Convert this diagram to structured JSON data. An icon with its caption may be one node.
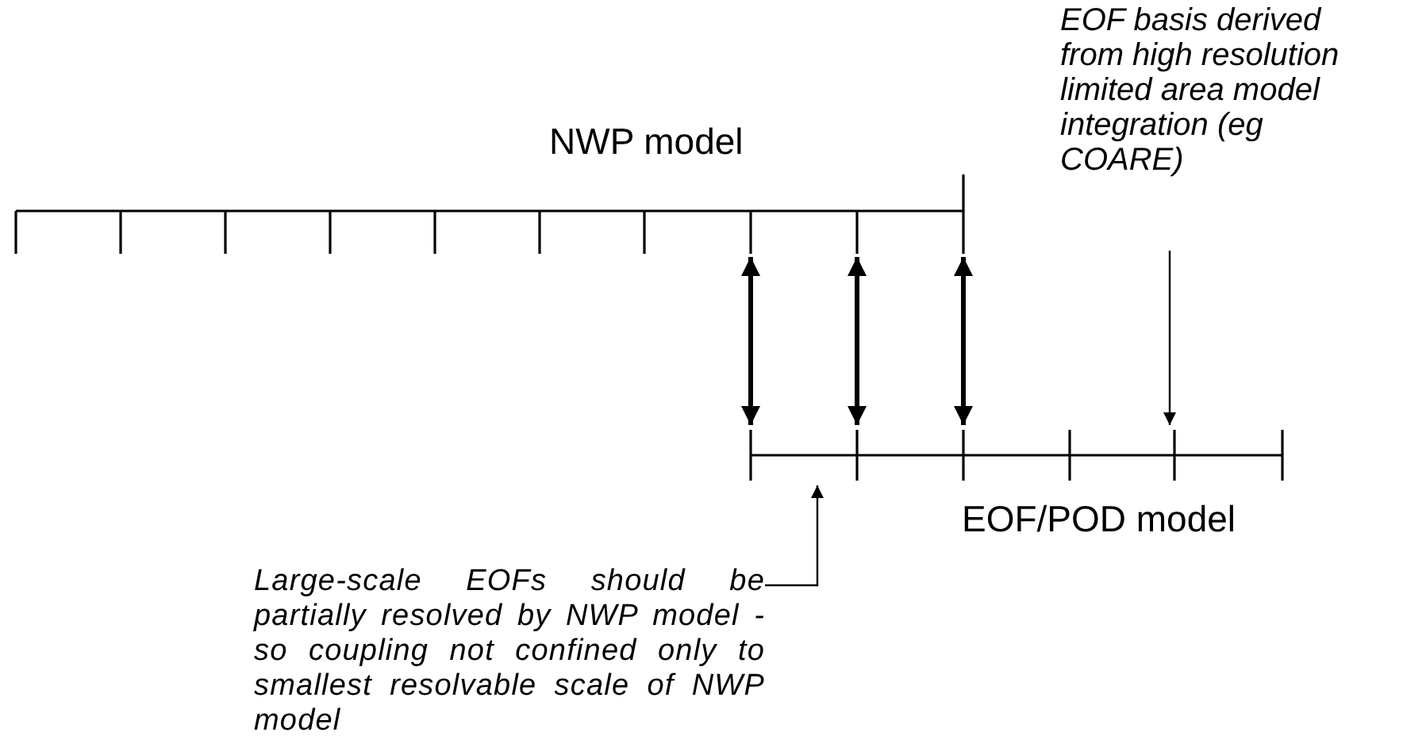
{
  "diagram": {
    "nodes": [
      {
        "text": [
          "NWP model"
        ]
      },
      {
        "text": [],
        "shape": "bar",
        "beside": [
          "EOF/POD model"
        ]
      },
      {
        "text": [
          "EOF basis derived from high resolution limited area model integration (eg COARE)"
        ]
      },
      {
        "text": [
          "Large-scale EOFs should be partially resolved by NWP model - so coupling not confined only to smallest resolvable scale of NWP model"
        ]
      }
    ],
    "edges": [
      {
        "from": 0,
        "to": 1,
        "arrow": "both"
      },
      {
        "from": 0,
        "to": 1,
        "arrow": "both"
      },
      {
        "from": 0,
        "to": 1,
        "arrow": "both"
      },
      {
        "from": 2,
        "to": 1,
        "arrow": "to"
      },
      {
        "from": 3,
        "to": 1,
        "arrow": "to"
      }
    ]
  }
}
